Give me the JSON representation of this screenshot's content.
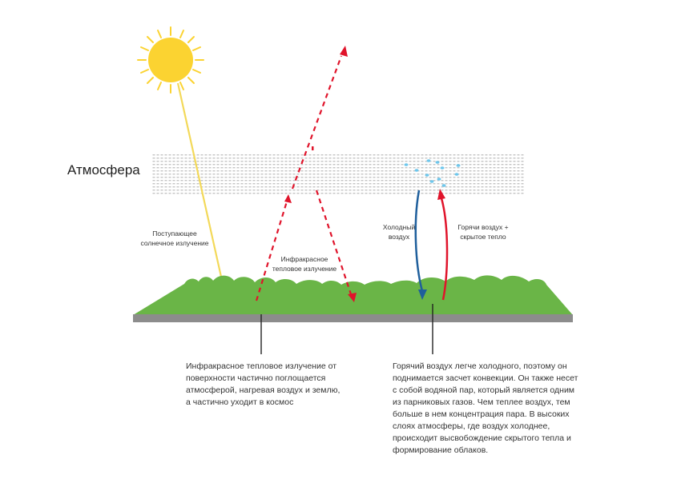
{
  "atmosphere_label": "Атмосфера",
  "labels": {
    "solar": "Поступающее\nсолнечное излучение",
    "infrared": "Инфракрасное\nтепловое излучение",
    "cold_air": "Холодный\nвоздух",
    "hot_air": "Горячи воздух +\nскрытое тепло"
  },
  "descriptions": {
    "left": "Инфракрасное тепловое излучение от\nповерхности частично поглощается\nатмосферой, нагревая воздух и землю,\nа частично уходит в космос",
    "right": "Горячий воздух легче холодного, поэтому он\nподнимается засчет конвекции. Он также несет\nс собой водяной пар, который является одним\nиз парниковых газов. Чем теплее воздух, тем\nбольше в нем концентрация пара.  В высоких\nслоях атмосферы, где воздух холоднее,\nпроисходит высвобождение скрытого тепла и\nформирование облаков."
  },
  "colors": {
    "sun": "#fbd331",
    "sun_ray": "#f3d95a",
    "ir_arrow": "#e0142b",
    "cold_arrow": "#1f5f9c",
    "hot_arrow": "#e0142b",
    "grass": "#6ab547",
    "ground": "#8c8c8c",
    "atmosphere_dots": "#c4c4c4",
    "water_drops": "#6fc7ec",
    "pointer_line": "#222222"
  },
  "icons": [
    "sun-icon",
    "water-droplet-icon"
  ]
}
